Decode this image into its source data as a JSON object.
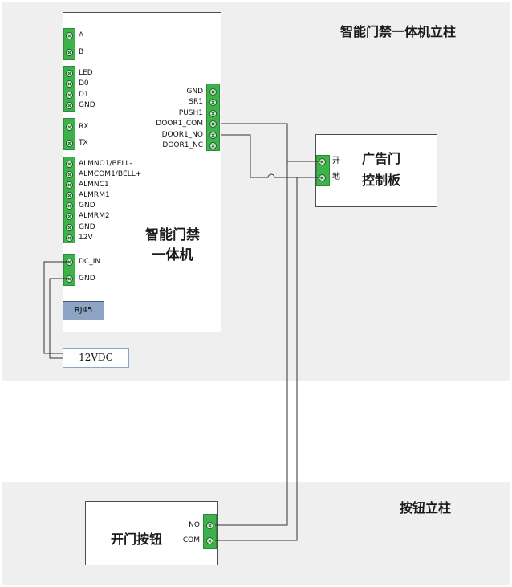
{
  "zones": {
    "column_top_title": "智能门禁一体机立柱",
    "column_bottom_title": "按钮立柱"
  },
  "controller": {
    "title_line1": "智能门禁",
    "title_line2": "一体机",
    "left_groups": [
      [
        "A",
        "B"
      ],
      [
        "LED",
        "D0",
        "D1",
        "GND"
      ],
      [
        "RX",
        "TX"
      ],
      [
        "ALMNO1/BELL-",
        "ALMCOM1/BELL+",
        "ALMNC1",
        "ALMRM1",
        "GND",
        "ALMRM2",
        "GND",
        "12V"
      ],
      [
        "DC_IN",
        "GND"
      ]
    ],
    "right_terminals": [
      "GND",
      "SR1",
      "PUSH1",
      "DOOR1_COM",
      "DOOR1_NO",
      "DOOR1_NC"
    ],
    "rj45_label": "RJ45"
  },
  "power_supply": {
    "label": "12VDC"
  },
  "ad_board": {
    "title_line1": "广告门",
    "title_line2": "控制板",
    "terminals": [
      "开",
      "地"
    ]
  },
  "button": {
    "title": "开门按钮",
    "terminals": [
      "NO",
      "COM"
    ]
  },
  "colors": {
    "zone_background": "#efefef",
    "terminal_green": "#3db24a",
    "rj45_blue": "#8ea4c4",
    "wire": "#333333"
  }
}
